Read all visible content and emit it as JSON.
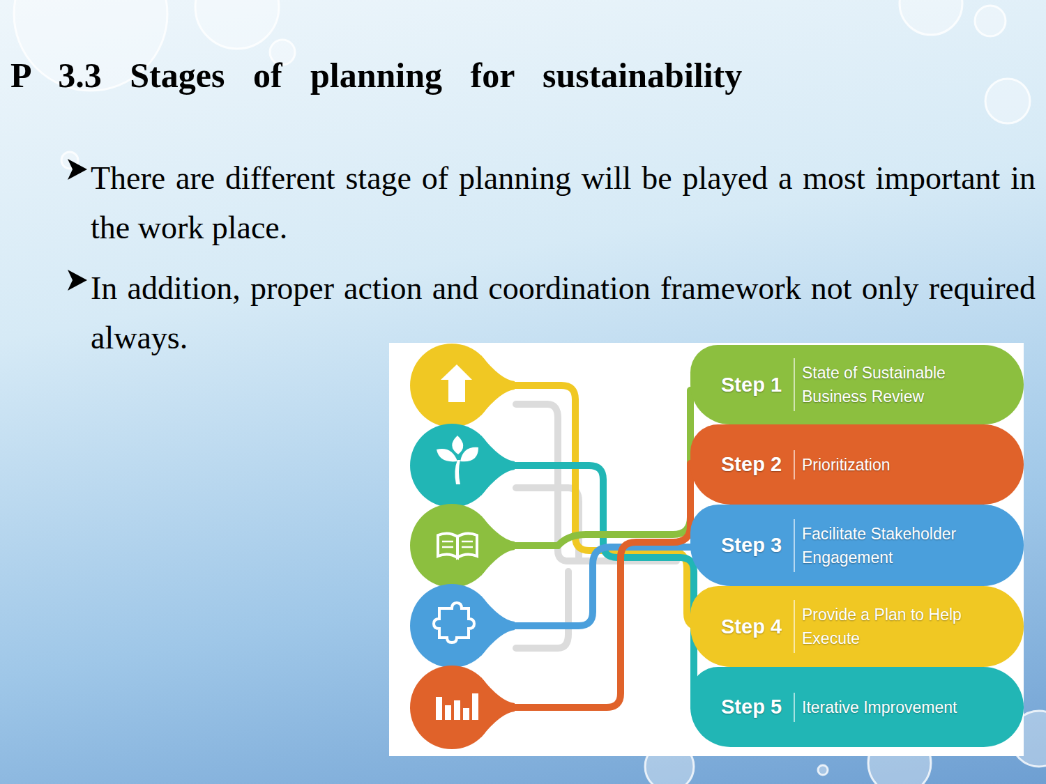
{
  "diagram": {
    "title": "P 3.3 Stages of planning for sustainability",
    "nodes": [
      {
        "text": [
          "Step 1",
          "State of Sustainable Business Review"
        ]
      },
      {
        "text": [
          "Step 2",
          "Prioritization"
        ]
      },
      {
        "text": [
          "Step 3",
          "Facilitate Stakeholder Engagement"
        ]
      },
      {
        "text": [
          "Step 4",
          "Provide a Plan to Help Execute"
        ]
      },
      {
        "text": [
          "Step 5",
          "Iterative Improvement"
        ]
      }
    ],
    "labels": [
      "There are different stage of planning will be played a most important in the work place.",
      "In addition, proper action and coordination framework not only required always."
    ]
  }
}
